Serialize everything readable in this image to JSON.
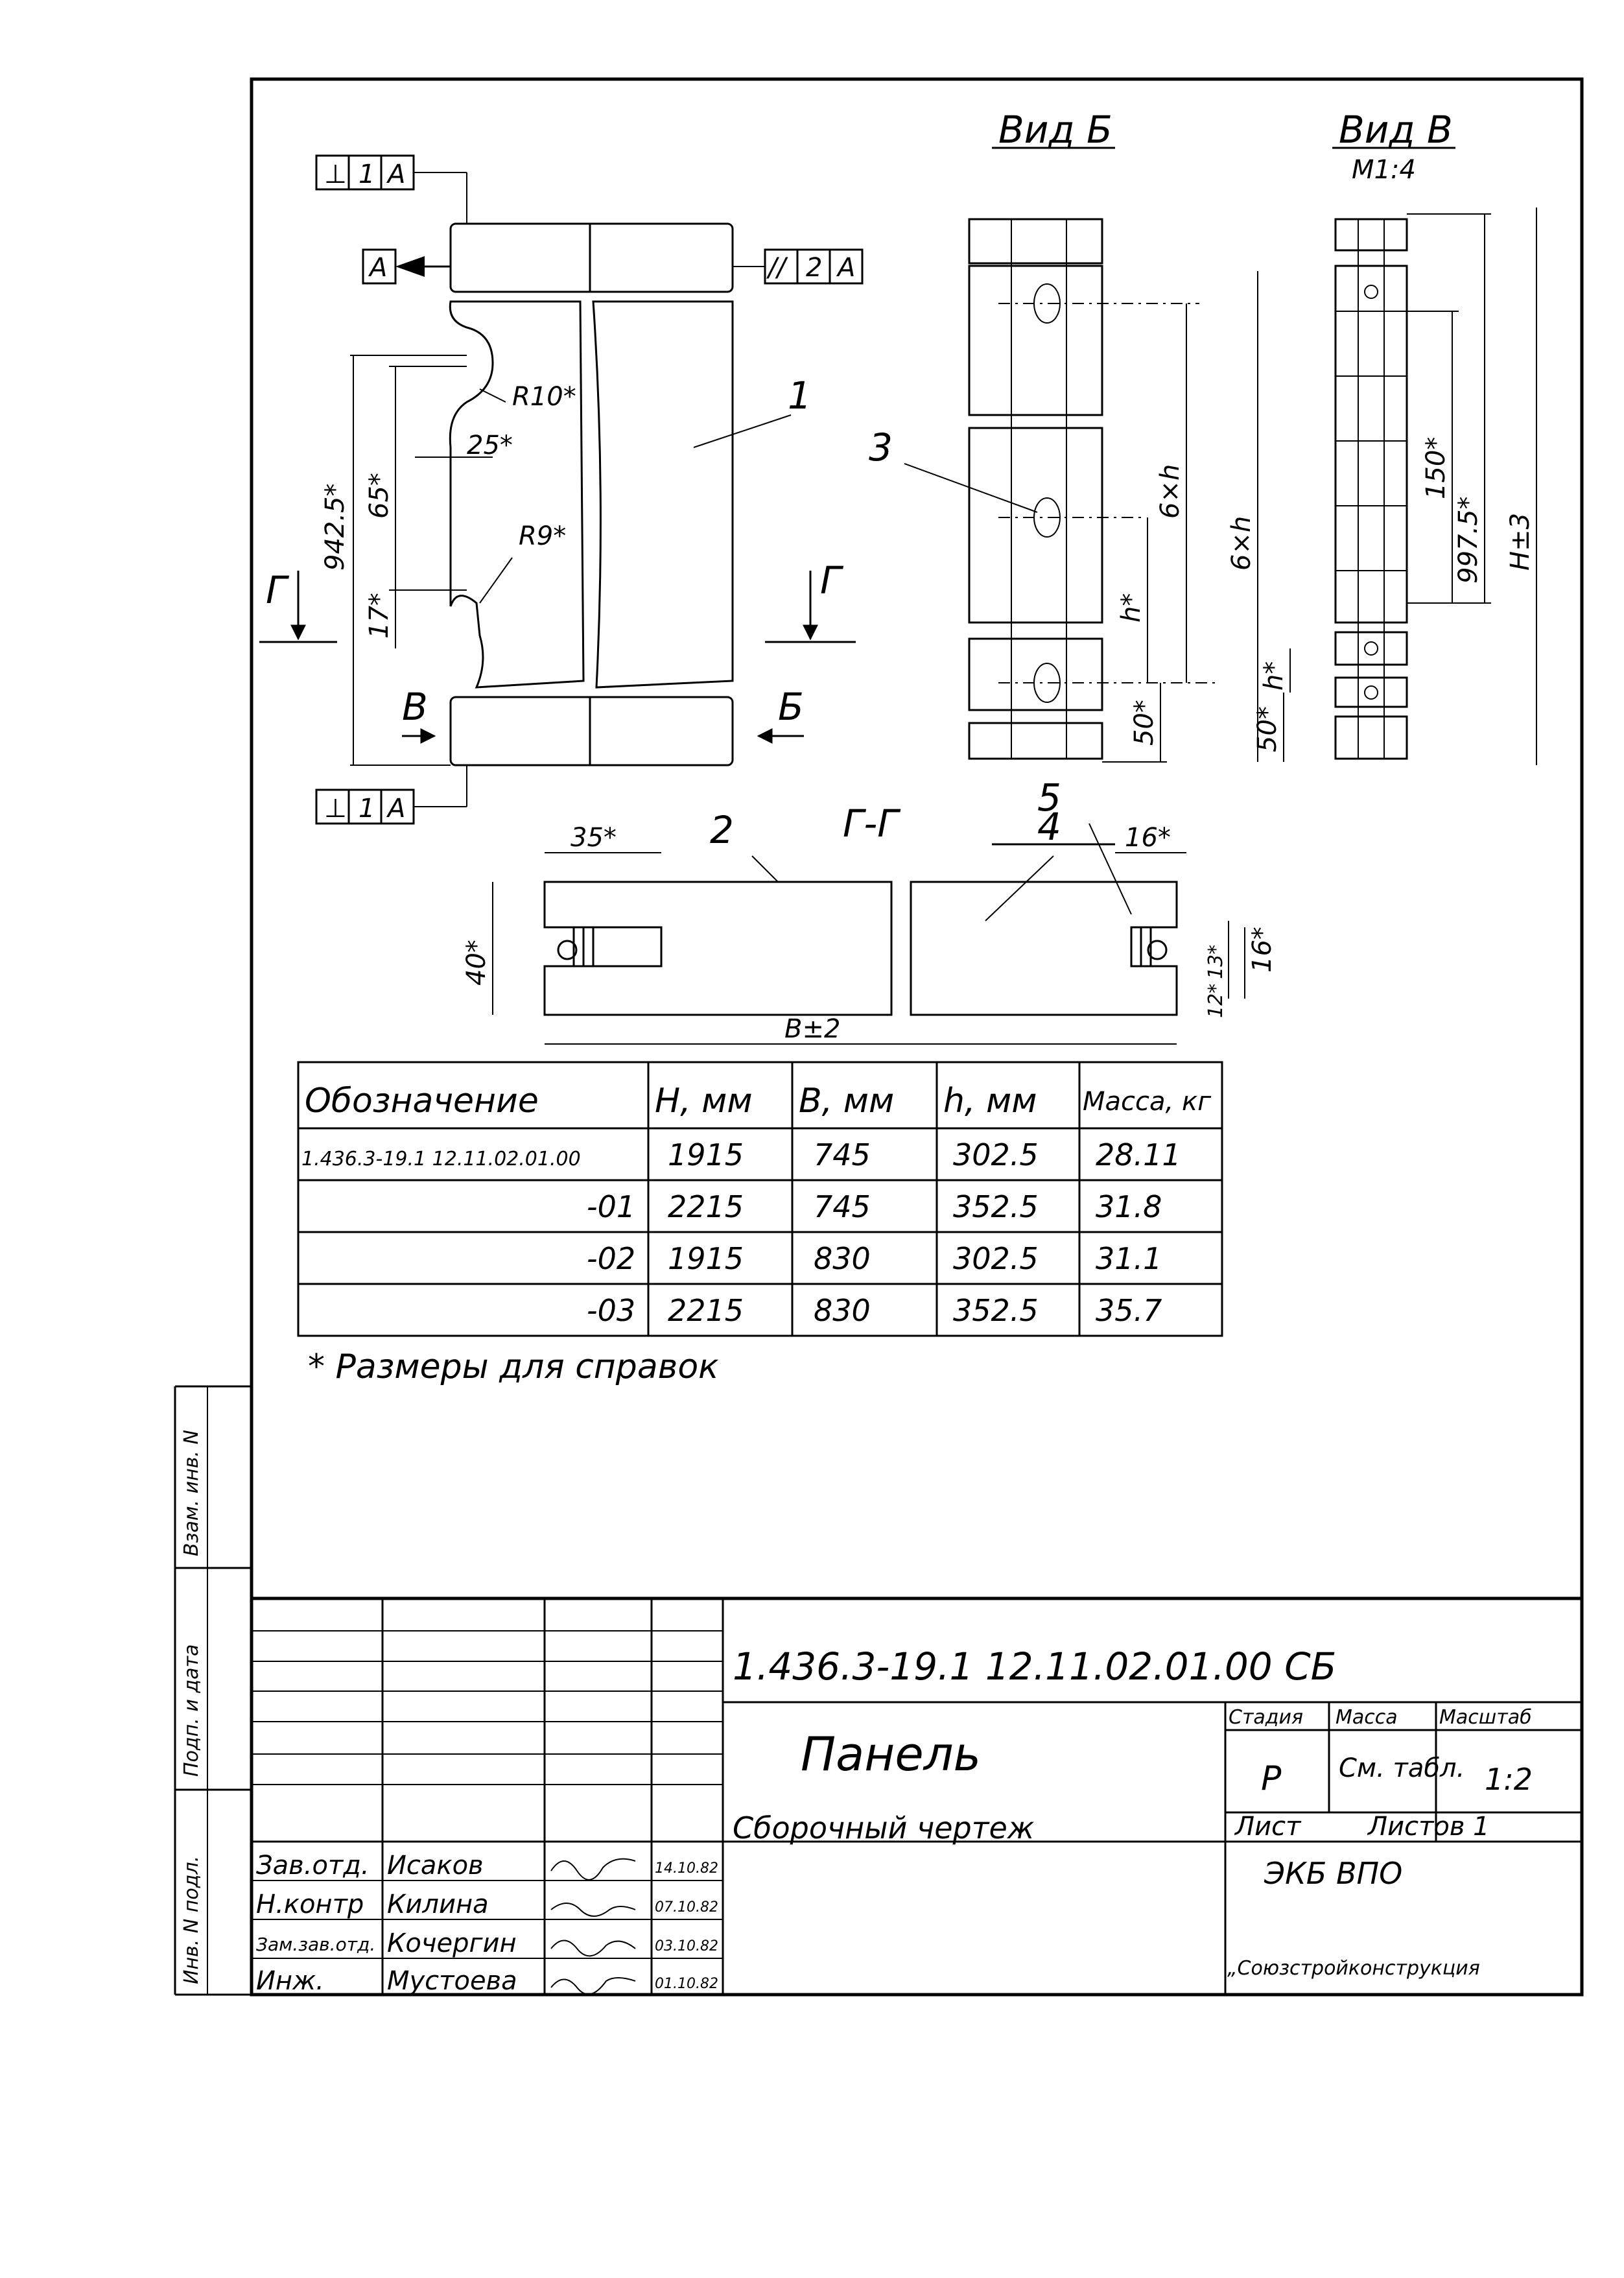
{
  "views": {
    "view_b_title": "Вид Б",
    "view_v_title": "Вид В",
    "view_v_scale": "М1:4",
    "section_title": "Г-Г"
  },
  "tolerances": {
    "perp_top": [
      "⊥",
      "1",
      "A"
    ],
    "datum": "A",
    "parallel": [
      "//",
      "2",
      "A"
    ],
    "perp_bottom": [
      "⊥",
      "1",
      "A"
    ]
  },
  "dimensions": {
    "r10": "R10*",
    "d25": "25*",
    "d9425": "942.5*",
    "d65": "65*",
    "r9": "R9*",
    "d17": "17*",
    "b_left": "B",
    "b_right": "Б",
    "g_left": "Г",
    "g_right": "Г",
    "pos1": "1",
    "pos2": "2",
    "pos3": "3",
    "pos4": "4",
    "pos5": "5",
    "vb_6h": "6×h",
    "vb_h": "h*",
    "vb_50": "50*",
    "vv_6h": "6×h",
    "vv_h": "h*",
    "vv_50": "50*",
    "vv_150": "150*",
    "vv_9975": "997.5*",
    "vv_H": "H±3",
    "s_35": "35*",
    "s_16a": "16*",
    "s_40": "40*",
    "s_13": "13*",
    "s_16b": "16*",
    "s_12": "12*",
    "s_B": "В±2"
  },
  "spec_table": {
    "headers": [
      "Обозначение",
      "H, мм",
      "B, мм",
      "h, мм",
      "Масса, кг"
    ],
    "rows": [
      [
        "1.436.3-19.1 12.11.02.01.00",
        "1915",
        "745",
        "302.5",
        "28.11"
      ],
      [
        "-01",
        "2215",
        "745",
        "352.5",
        "31.8"
      ],
      [
        "-02",
        "1915",
        "830",
        "302.5",
        "31.1"
      ],
      [
        "-03",
        "2215",
        "830",
        "352.5",
        "35.7"
      ]
    ]
  },
  "note": "* Размеры для справок",
  "side_stamp": {
    "inv_replace": "Взам. инв. N",
    "sign_date": "Подп. и дата",
    "inv_orig": "Инв. N подл."
  },
  "title_block": {
    "code": "1.436.3-19.1 12.11.02.01.00 СБ",
    "name": "Панель",
    "subtitle": "Сборочный чертеж",
    "stage_label": "Стадия",
    "mass_label": "Масса",
    "scale_label": "Масштаб",
    "stage": "Р",
    "mass": "См. табл.",
    "scale": "1:2",
    "sheet_label": "Лист",
    "sheets_label": "Листов 1",
    "org1": "ЭКБ ВПО",
    "org2": "„Союзстройконструкция"
  },
  "signatures": [
    {
      "role": "Зав.отд.",
      "name": "Исаков",
      "date": "14.10.82"
    },
    {
      "role": "Н.контр",
      "name": "Килина",
      "date": "07.10.82"
    },
    {
      "role": "Зам.зав.отд.",
      "name": "Кочергин",
      "date": "03.10.82"
    },
    {
      "role": "Инж.",
      "name": "Мустоева",
      "date": "01.10.82"
    }
  ]
}
